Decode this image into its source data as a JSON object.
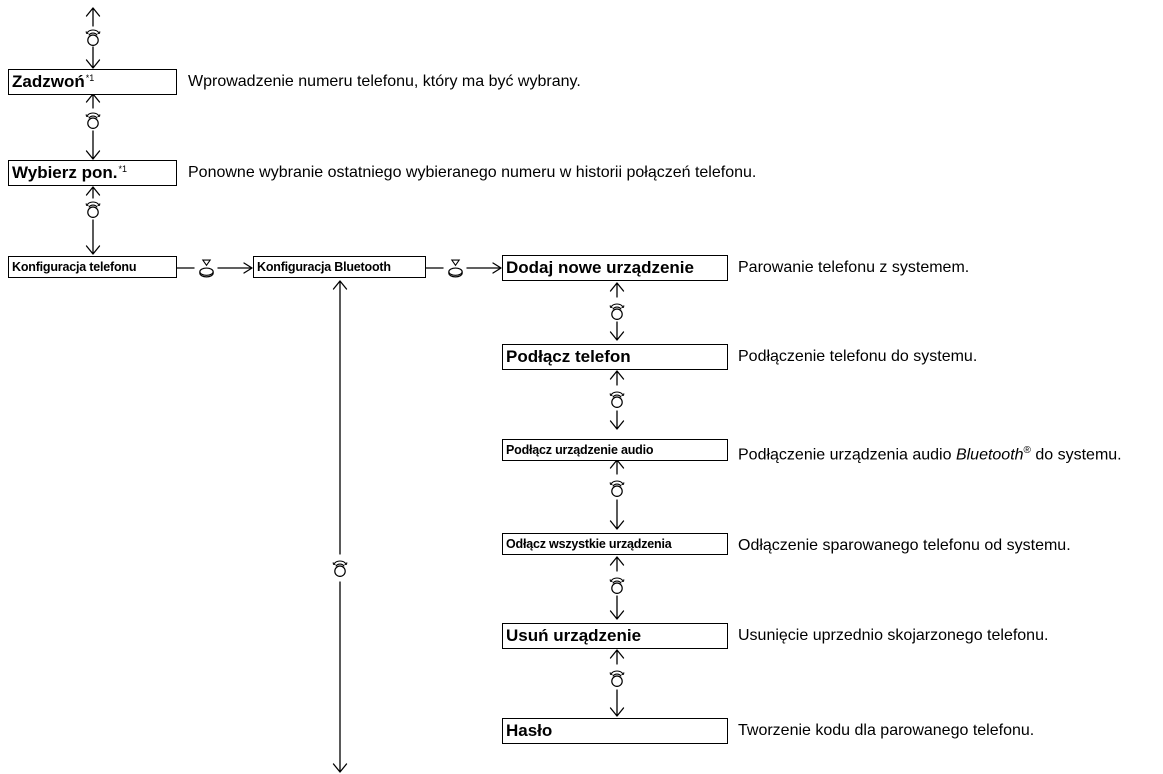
{
  "nodes": {
    "zadzwon": {
      "label": "Zadzwoń",
      "sup": "*1",
      "desc": "Wprowadzenie numeru telefonu, który ma być wybrany."
    },
    "wybierz": {
      "label": "Wybierz pon.",
      "sup": "*1",
      "desc": "Ponowne wybranie ostatniego wybieranego numeru w historii połączeń telefonu."
    },
    "konf_tel": {
      "label": "Konfiguracja telefonu"
    },
    "konf_bt": {
      "label": "Konfiguracja Bluetooth"
    },
    "dodaj": {
      "label": "Dodaj nowe urządzenie",
      "desc": "Parowanie telefonu z systemem."
    },
    "podlacz_tel": {
      "label": "Podłącz telefon",
      "desc": "Podłączenie telefonu do systemu."
    },
    "podlacz_audio": {
      "label": "Podłącz urządzenie audio",
      "desc_pre": "Podłączenie urządzenia audio ",
      "desc_brand": "Bluetooth",
      "desc_reg": "®",
      "desc_post": " do systemu."
    },
    "odlacz": {
      "label": "Odłącz wszystkie urządzenia",
      "desc": "Odłączenie sparowanego telefonu od systemu."
    },
    "usun": {
      "label": "Usuń urządzenie",
      "desc": "Usunięcie uprzednio skojarzonego telefonu."
    },
    "haslo": {
      "label": "Hasło",
      "desc": "Tworzenie kodu dla parowanego telefonu."
    }
  },
  "icons": {
    "rotate": "knob-rotate-icon",
    "press": "knob-press-icon"
  }
}
